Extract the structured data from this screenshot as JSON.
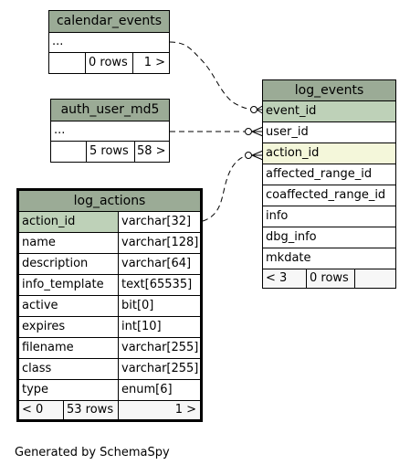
{
  "tables": {
    "calendar_events": {
      "name": "calendar_events",
      "ellipsis": "...",
      "rows_label": "0 rows",
      "children_label": "1 >"
    },
    "auth_user_md5": {
      "name": "auth_user_md5",
      "ellipsis": "...",
      "rows_label": "5 rows",
      "children_label": "58 >"
    },
    "log_events": {
      "name": "log_events",
      "columns": [
        "event_id",
        "user_id",
        "action_id",
        "affected_range_id",
        "coaffected_range_id",
        "info",
        "dbg_info",
        "mkdate"
      ],
      "parents_label": "< 3",
      "rows_label": "0 rows"
    },
    "log_actions": {
      "name": "log_actions",
      "columns": [
        {
          "name": "action_id",
          "type": "varchar[32]"
        },
        {
          "name": "name",
          "type": "varchar[128]"
        },
        {
          "name": "description",
          "type": "varchar[64]"
        },
        {
          "name": "info_template",
          "type": "text[65535]"
        },
        {
          "name": "active",
          "type": "bit[0]"
        },
        {
          "name": "expires",
          "type": "int[10]"
        },
        {
          "name": "filename",
          "type": "varchar[255]"
        },
        {
          "name": "class",
          "type": "varchar[255]"
        },
        {
          "name": "type",
          "type": "enum[6]"
        }
      ],
      "parents_label": "< 0",
      "rows_label": "53 rows",
      "children_label": "1 >"
    }
  },
  "footer": "Generated by SchemaSpy"
}
